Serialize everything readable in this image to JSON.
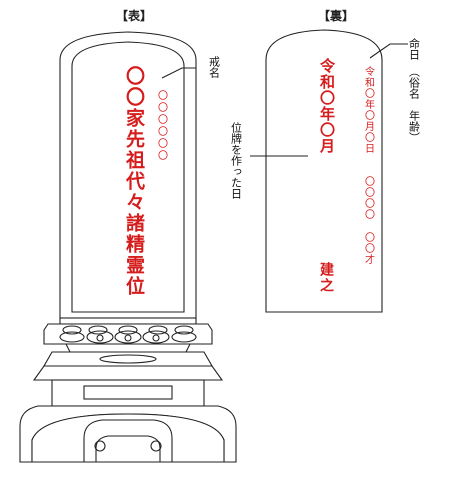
{
  "headers": {
    "front": "【表】",
    "back": "【裏】"
  },
  "front": {
    "main_text": "〇〇家先祖代々諸精霊位",
    "side_text": "〇〇〇〇〇〇"
  },
  "back": {
    "date_text": "令和〇年〇月",
    "death_date": "令和〇年〇月〇日",
    "name_text": "〇〇〇〇",
    "age_text": "〇〇才",
    "made_text": "建之"
  },
  "labels": {
    "kaimyo": "戒名",
    "meinichi": "命日",
    "zokumei": "（俗名　年齢）",
    "created_date": "位牌を作った日"
  },
  "colors": {
    "red": "#d61d1d",
    "line": "#222222"
  }
}
